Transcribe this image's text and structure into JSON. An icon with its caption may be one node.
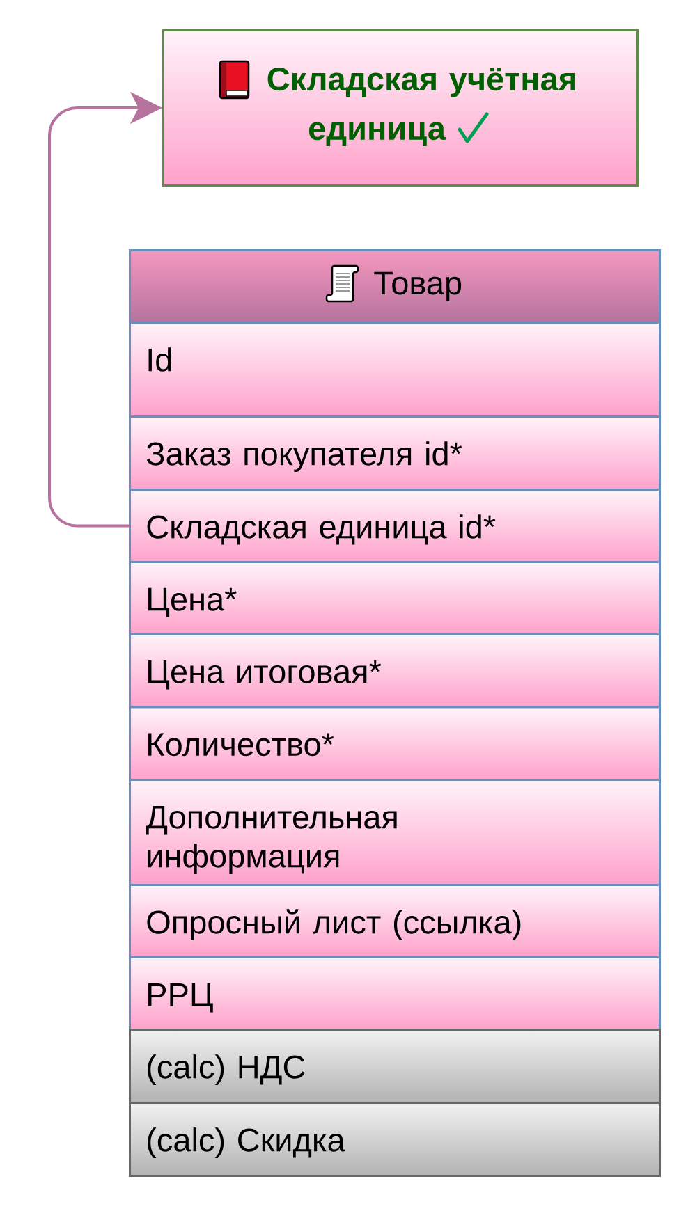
{
  "diagram": {
    "nodes": [
      {
        "text": [
          "Складская учётная единица"
        ]
      },
      {
        "text": [
          "Товар"
        ]
      },
      {
        "text": [
          "Id"
        ],
        "in": 1
      },
      {
        "text": [
          "Заказ покупателя id*"
        ],
        "in": 1
      },
      {
        "text": [
          "Складская единица id*"
        ],
        "in": 1
      },
      {
        "text": [
          "Цена*"
        ],
        "in": 1
      },
      {
        "text": [
          "Цена итоговая*"
        ],
        "in": 1
      },
      {
        "text": [
          "Количество*"
        ],
        "in": 1
      },
      {
        "text": [
          "Дополнительная информация"
        ],
        "in": 1
      },
      {
        "text": [
          "Опросный лист (ссылка)"
        ],
        "in": 1
      },
      {
        "text": [
          "РРЦ"
        ],
        "in": 1
      },
      {
        "text": [
          "(calc) НДС"
        ],
        "in": 1
      },
      {
        "text": [
          "(calc) Скидка"
        ],
        "in": 1
      }
    ],
    "edges": [
      {
        "from": 4,
        "to": 0,
        "arrow": "to",
        "color": "#b5739d"
      }
    ]
  }
}
